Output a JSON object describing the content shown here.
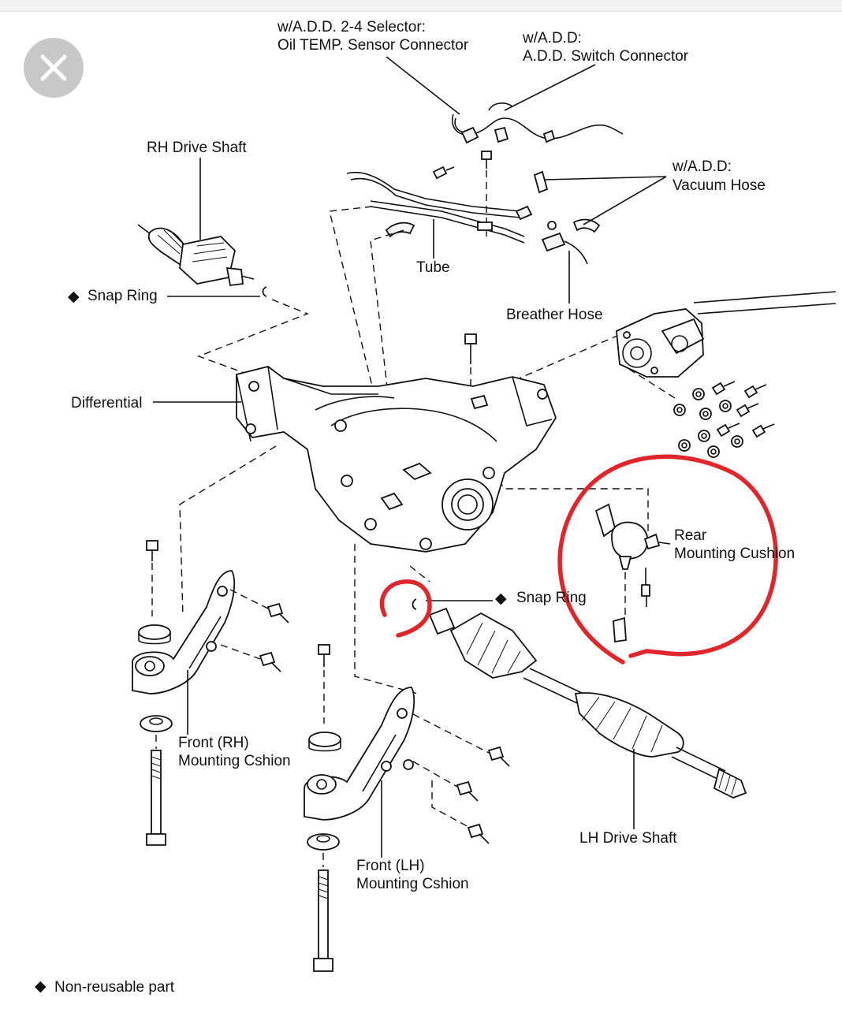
{
  "labels": {
    "add_selector_line1": "w/A.D.D. 2-4 Selector:",
    "add_selector_line2": "Oil TEMP. Sensor Connector",
    "add_switch_line1": "w/A.D.D:",
    "add_switch_line2": "A.D.D. Switch Connector",
    "vacuum_line1": "w/A.D.D:",
    "vacuum_line2": "Vacuum Hose",
    "rh_drive_shaft": "RH Drive Shaft",
    "snap_ring_top": "Snap Ring",
    "tube": "Tube",
    "breather_hose": "Breather Hose",
    "differential": "Differential",
    "rear_cushion_line1": "Rear",
    "rear_cushion_line2": "Mounting Cushion",
    "snap_ring_mid": "Snap Ring",
    "front_rh_line1": "Front (RH)",
    "front_rh_line2": "Mounting Cshion",
    "front_lh_line1": "Front (LH)",
    "front_lh_line2": "Mounting Cshion",
    "lh_drive_shaft": "LH Drive Shaft",
    "legend": "Non-reusable part"
  },
  "legend_symbol": "◆",
  "colors": {
    "annotation": "#e0262b",
    "close_button": "#c8c8c8",
    "line": "#111111"
  },
  "icons": {
    "close": "close-icon",
    "non_reusable": "diamond-icon"
  }
}
